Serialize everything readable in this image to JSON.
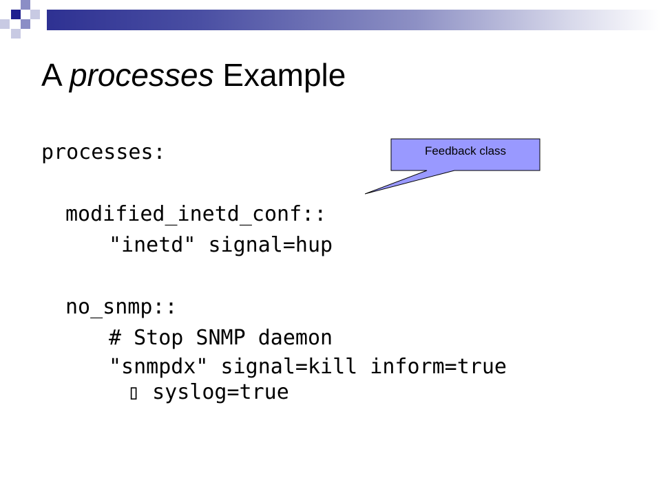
{
  "slide": {
    "title_prefix": "A ",
    "title_italic": "processes",
    "title_suffix": " Example",
    "code_lines": [
      "processes:",
      "modified_inetd_conf::",
      "\"inetd\" signal=hup",
      "no_snmp::",
      "# Stop SNMP daemon",
      "\"snmpdx\" signal=kill inform=true",
      "▯ syslog=true"
    ],
    "callout_text": "Feedback class",
    "colors": {
      "banner_dark": "#2e3192",
      "callout_fill": "#9999ff",
      "text": "#000000"
    }
  }
}
